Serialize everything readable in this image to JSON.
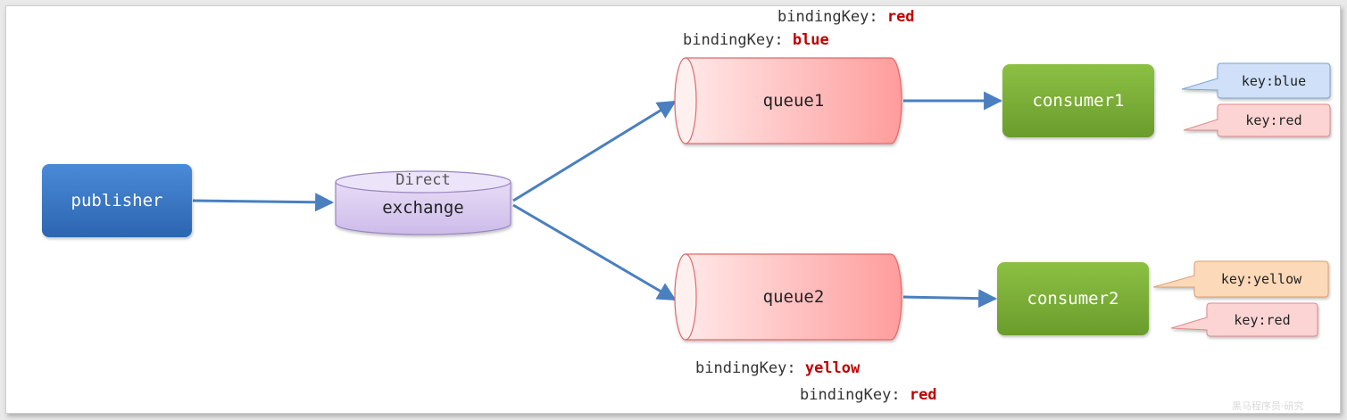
{
  "nodes": {
    "publisher": {
      "label": "publisher"
    },
    "exchange": {
      "type_label": "Direct",
      "label": "exchange"
    },
    "queue1": {
      "label": "queue1"
    },
    "queue2": {
      "label": "queue2"
    },
    "consumer1": {
      "label": "consumer1"
    },
    "consumer2": {
      "label": "consumer2"
    }
  },
  "bindings": {
    "queue1_red": {
      "prefix": "bindingKey: ",
      "key": "red"
    },
    "queue1_blue": {
      "prefix": "bindingKey: ",
      "key": "blue"
    },
    "queue2_yellow": {
      "prefix": "bindingKey: ",
      "key": "yellow"
    },
    "queue2_red": {
      "prefix": "bindingKey: ",
      "key": "red"
    }
  },
  "callouts": {
    "c1_blue": "key:blue",
    "c1_red": "key:red",
    "c2_yellow": "key:yellow",
    "c2_red": "key:red"
  },
  "colors": {
    "publisher": "#3a78c4",
    "exchange": "#dcd0f0",
    "queue": "#ffc4c4",
    "consumer": "#7fb03a",
    "arrow": "#4a7fc0",
    "binding_key": "#c00000"
  },
  "watermark": "黑马程序员·研究"
}
